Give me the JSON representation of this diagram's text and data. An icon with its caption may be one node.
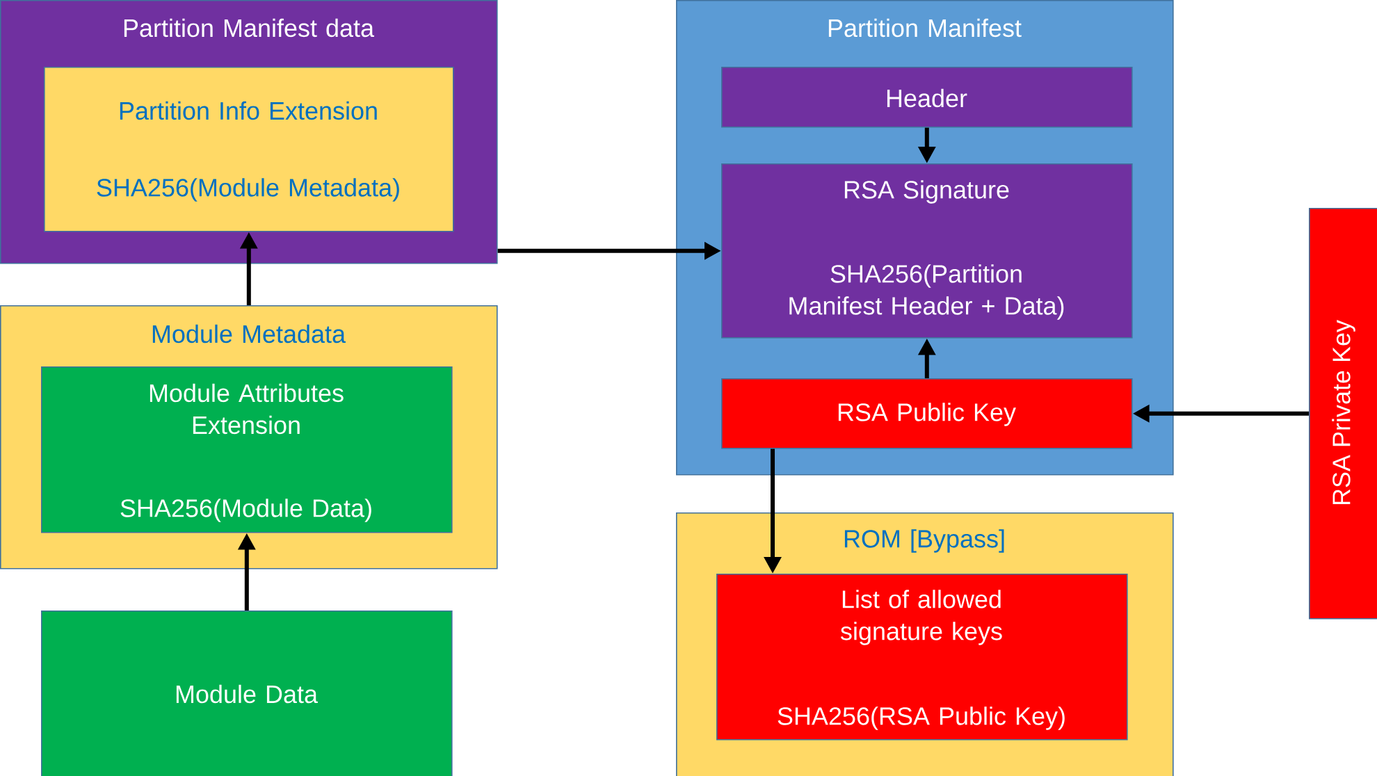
{
  "diagram": {
    "nodes": [
      {
        "text": [
          "Partition Manifest data"
        ]
      },
      {
        "text": [
          "Partition Info Extension",
          "SHA256(Module Metadata)"
        ],
        "in": 0
      },
      {
        "text": [
          "Module Metadata"
        ]
      },
      {
        "text": [
          "Module Attributes Extension",
          "SHA256(Module Data)"
        ],
        "in": 2
      },
      {
        "text": [
          "Module Data"
        ]
      },
      {
        "text": [
          "Partition Manifest"
        ]
      },
      {
        "text": [
          "Header"
        ],
        "in": 5
      },
      {
        "text": [
          "RSA Signature",
          "SHA256(Partition Manifest Header + Data)"
        ],
        "in": 5
      },
      {
        "text": [
          "RSA Public Key"
        ],
        "in": 5
      },
      {
        "text": [
          "ROM [Bypass]"
        ]
      },
      {
        "text": [
          "List of allowed signature keys",
          "SHA256(RSA Public Key)"
        ],
        "in": 9
      },
      {
        "text": [
          "RSA Private Key"
        ]
      }
    ],
    "edges": [
      {
        "from": 4,
        "to": 3,
        "arrow": "to"
      },
      {
        "from": 2,
        "to": 1,
        "arrow": "to"
      },
      {
        "from": 0,
        "to": 7,
        "arrow": "to"
      },
      {
        "from": 6,
        "to": 7,
        "arrow": "to"
      },
      {
        "from": 8,
        "to": 7,
        "arrow": "to"
      },
      {
        "from": 11,
        "to": 8,
        "arrow": "to"
      },
      {
        "from": 8,
        "to": 10,
        "arrow": "to"
      }
    ]
  }
}
